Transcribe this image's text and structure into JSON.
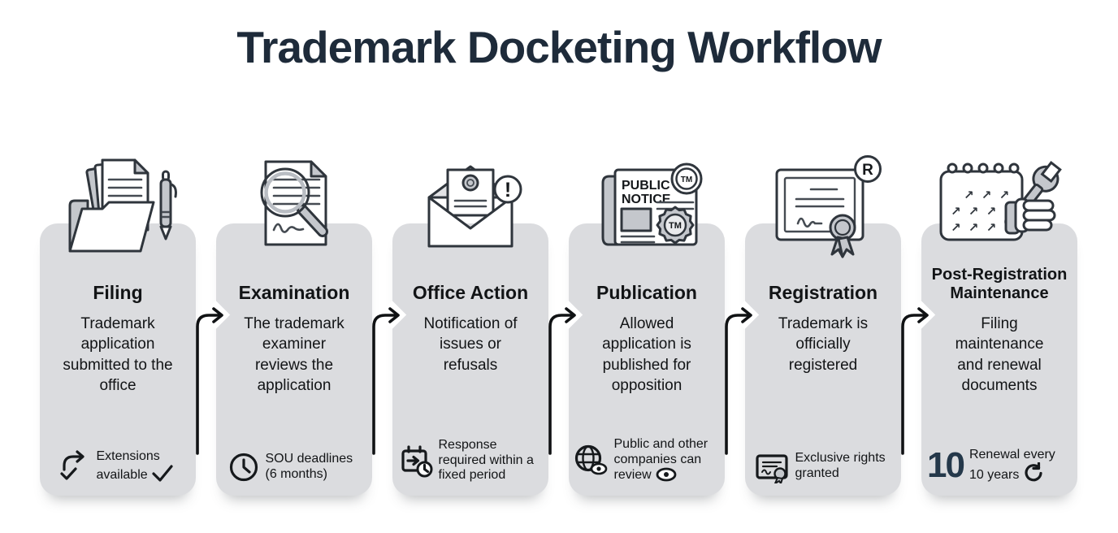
{
  "header": {
    "title": "Trademark Docketing Workflow"
  },
  "colors": {
    "panel_background": "#dbdcdf",
    "icon_outline": "#2f353c",
    "icon_gray_fill": "#c4c7cc",
    "header_navy": "#1e2b3a",
    "number_navy": "#24384a",
    "arrow_black": "#101214"
  },
  "steps": [
    {
      "title": "Filing",
      "description": "Trademark application submitted to the office",
      "icon": "folder-documents-pen-icon",
      "footer": {
        "icon": "resubmit-arrow-check-icon",
        "text": "Extensions available",
        "suffix_icon": "checkmark-icon"
      }
    },
    {
      "title": "Examination",
      "description": "The trademark examiner reviews the application",
      "icon": "document-magnifier-icon",
      "footer": {
        "icon": "clock-icon",
        "text": "SOU deadlines (6 months)"
      }
    },
    {
      "title": "Office Action",
      "description": "Notification of issues or refusals",
      "icon": "envelope-alert-icon",
      "footer": {
        "icon": "calendar-deadline-clock-icon",
        "text": "Response required within a fixed period"
      }
    },
    {
      "title": "Publication",
      "description": "Allowed application is published for opposition",
      "icon": "public-notice-newspaper-tm-icon",
      "footer": {
        "icon": "globe-eye-icon",
        "text": "Public and other companies can review",
        "suffix_icon": "eye-icon"
      }
    },
    {
      "title": "Registration",
      "description": "Trademark is officially registered",
      "icon": "certificate-registered-icon",
      "footer": {
        "icon": "certificate-ribbon-icon",
        "text": "Exclusive rights granted"
      }
    },
    {
      "title": "Post-Registration Maintenance",
      "description": "Filing maintenance and renewal documents",
      "icon": "calendar-wrench-hand-icon",
      "footer": {
        "number": "10",
        "text": "Renewal every 10 years",
        "suffix_icon": "refresh-icon"
      }
    }
  ],
  "icon_labels": {
    "public_notice_line1": "PUBLIC",
    "public_notice_line2": "NOTICE",
    "tm": "TM",
    "registered_r": "R",
    "alert": "!",
    "renewal_arrows": [
      "↗ ↗ ↗",
      "↗ ↗ ↗ ↗ ↗",
      "↗ ↗ ↗"
    ]
  }
}
